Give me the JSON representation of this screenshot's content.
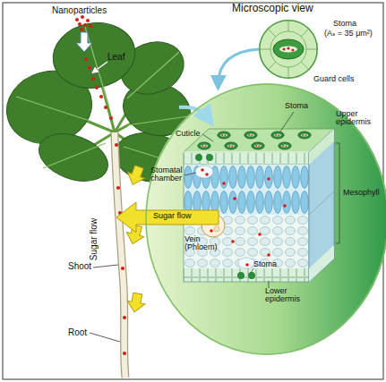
{
  "diagram": {
    "nodes": [
      {
        "text": [
          "Microscopic view",
          "Stoma",
          "(Aₛ = 35 μm²)",
          "Guard cells"
        ]
      },
      {
        "text": [
          "Cuticle",
          "Stoma",
          "Upper epidermis",
          "Mesophyll",
          "Stomatal chamber",
          "Sugar flow",
          "Vein (Phloem)",
          "Stoma",
          "Lower epidermis"
        ]
      }
    ],
    "edges": [
      {
        "from": 0,
        "to": 1,
        "arrow": "to"
      }
    ],
    "labels": [
      "Nanoparticles",
      "Leaf",
      "Sugar flow",
      "Shoot",
      "Root"
    ]
  }
}
